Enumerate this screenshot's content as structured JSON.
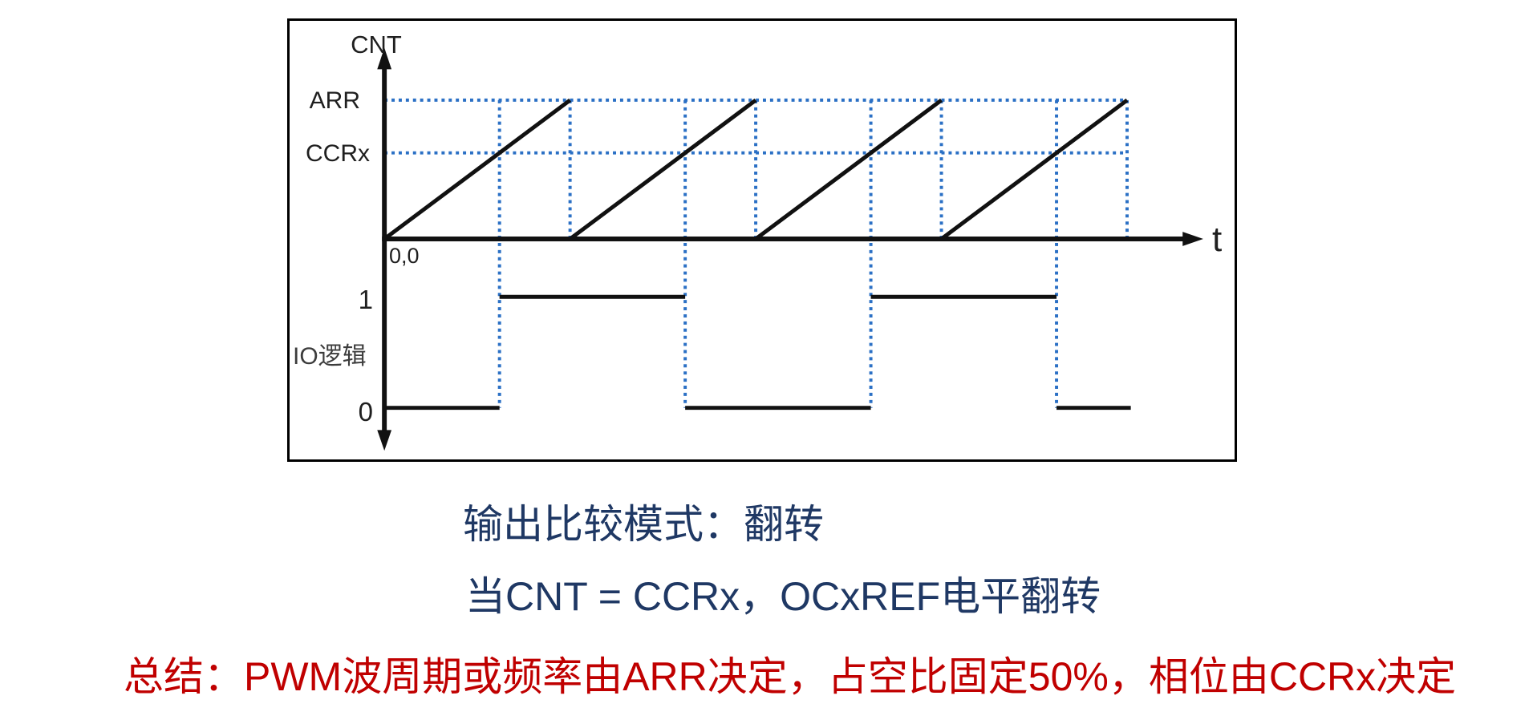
{
  "diagram": {
    "y_axis_label": "CNT",
    "x_axis_label": "t",
    "origin_label": "0,0",
    "arr_label": "ARR",
    "ccrx_label": "CCRx",
    "io_label": "IO逻辑",
    "io_high_label": "1",
    "io_low_label": "0"
  },
  "chart_data": {
    "type": "line",
    "title": "",
    "description": "Timer output-compare toggle mode: sawtooth counter CNT vs ARR/CCRx levels, and resulting IO logic waveform toggling at each CNT=CCRx match",
    "x_axis": {
      "label": "t",
      "origin_label": "0,0",
      "unit": "counter periods",
      "range": [
        0,
        4.02
      ]
    },
    "y_axis_top": {
      "label": "CNT",
      "reference_levels": [
        {
          "label": "ARR",
          "value": 1.0
        },
        {
          "label": "CCRx",
          "value": 0.62
        }
      ]
    },
    "y_axis_bottom": {
      "label": "IO逻辑",
      "levels": [
        {
          "label": "0",
          "value": 0
        },
        {
          "label": "1",
          "value": 1
        }
      ]
    },
    "series": [
      {
        "name": "CNT",
        "shape": "sawtooth",
        "points": [
          [
            0,
            0
          ],
          [
            1,
            1
          ],
          [
            1,
            0
          ],
          [
            2,
            1
          ],
          [
            2,
            0
          ],
          [
            3,
            1
          ],
          [
            3,
            0
          ],
          [
            4,
            1
          ],
          [
            4,
            0
          ]
        ]
      },
      {
        "name": "IO逻辑",
        "shape": "step",
        "points": [
          [
            0,
            0
          ],
          [
            0.62,
            0
          ],
          [
            0.62,
            1
          ],
          [
            1.62,
            1
          ],
          [
            1.62,
            0
          ],
          [
            2.62,
            0
          ],
          [
            2.62,
            1
          ],
          [
            3.62,
            1
          ],
          [
            3.62,
            0
          ],
          [
            4.02,
            0
          ]
        ]
      }
    ],
    "guides": {
      "horizontal_dotted": [
        "ARR",
        "CCRx"
      ],
      "vertical_dotted_at_compare": [
        0.62,
        1.62,
        2.62,
        3.62
      ],
      "vertical_dotted_at_overflow": [
        1,
        2,
        3,
        4
      ]
    },
    "legend": false,
    "grid": false
  },
  "captions": {
    "mode_line": "输出比较模式：翻转",
    "condition_line": "当CNT = CCRx，OCxREF电平翻转",
    "summary_line": "总结：PWM波周期或频率由ARR决定，占空比固定50%，相位由CCRx决定"
  },
  "colors": {
    "dotted_guide": "#2B70C5",
    "waveform": "#111111",
    "caption_text": "#1F3864",
    "summary_text": "#C00000"
  }
}
